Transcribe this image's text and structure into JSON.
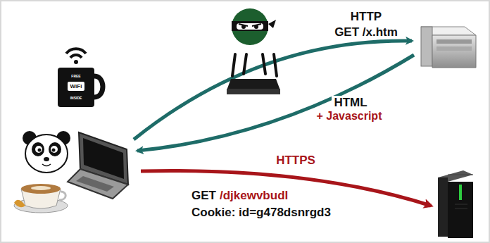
{
  "diagram": {
    "labels": [
      "HTTP",
      "GET /x.htm",
      "HTML",
      "+ Javascript",
      "HTTPS",
      "GET",
      "/djkewvbudl",
      "Cookie: id=g478dsnrgd3",
      "FREE",
      "WiFi",
      "INSIDE"
    ]
  }
}
